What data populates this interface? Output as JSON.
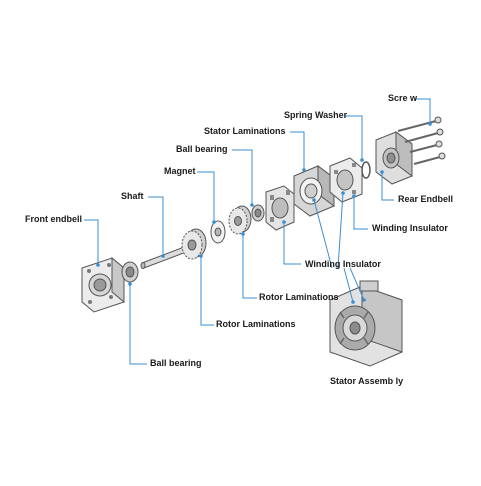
{
  "colors": {
    "leader": "#3a8fd0",
    "part_stroke": "#555555",
    "part_fill": "#ececec",
    "part_shade": "#c8c8c8",
    "part_dark": "#9a9a9a"
  },
  "labels": {
    "screw": "Scre w",
    "spring_washer": "Spring  Washer",
    "stator_laminations": "Stator Laminations",
    "ball_bearing_top": "Ball bearing",
    "magnet": "Magnet",
    "shaft": "Shaft",
    "front_endbell": "Front endbell",
    "rear_endbell": "Rear Endbell",
    "winding_insulator_right": "Winding Insulator",
    "winding_insulator_center": "Winding Insulator",
    "rotor_laminations_mid": "Rotor Laminations",
    "rotor_laminations_low": "Rotor Laminations",
    "ball_bearing_bottom": "Ball bearing",
    "stator_assembly": "Stator Assemb ly"
  }
}
